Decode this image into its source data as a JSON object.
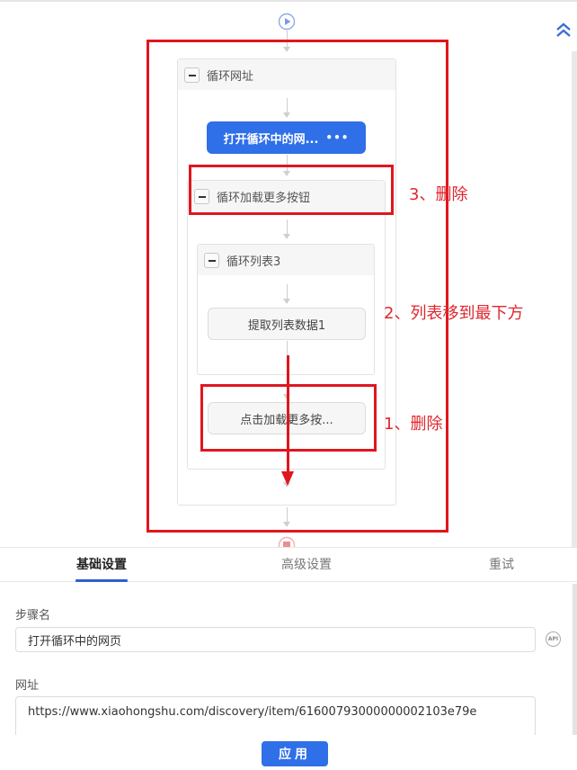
{
  "flow": {
    "start_icon": "play-circle-icon",
    "end_icon": "stop-circle-icon",
    "collapse_icon": "double-chevron-up-icon",
    "loop_url": {
      "title": "循环网址"
    },
    "open_page_step": {
      "label": "打开循环中的网...",
      "more": "•••"
    },
    "loop_load_more": {
      "title": "循环加载更多按钮"
    },
    "loop_list": {
      "title": "循环列表3"
    },
    "extract_step": {
      "label": "提取列表数据1"
    },
    "click_load_more_step": {
      "label": "点击加载更多按..."
    }
  },
  "annotations": {
    "note_3": "3、删除",
    "note_2": "2、列表移到最下方",
    "note_1": "1、删除",
    "color": "#e0161e"
  },
  "panel": {
    "tabs": [
      {
        "label": "基础设置",
        "active": true
      },
      {
        "label": "高级设置",
        "active": false
      },
      {
        "label": "重试",
        "active": false
      }
    ],
    "step_name": {
      "label": "步骤名",
      "value": "打开循环中的网页",
      "api_icon": "API"
    },
    "url": {
      "label": "网址",
      "value": "https://www.xiaohongshu.com/discovery/item/61600793000000002103e79e"
    },
    "apply_label": "应用"
  },
  "colors": {
    "accent": "#2f6fe8",
    "tab_underline": "#2f5fd0",
    "annotation_red": "#e0161e"
  }
}
